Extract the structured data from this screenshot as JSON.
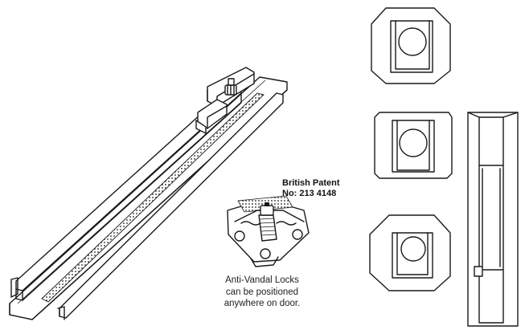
{
  "patent": {
    "line1": "British Patent",
    "line2": "No: 213 4148"
  },
  "caption": {
    "line1": "Anti-Vandal Locks",
    "line2": "can be positioned",
    "line3": "anywhere on door."
  },
  "icons": {
    "rail": "sliding-rail-illustration",
    "lock": "anti-vandal-lock-illustration",
    "sections": "door-cross-section-illustration"
  }
}
